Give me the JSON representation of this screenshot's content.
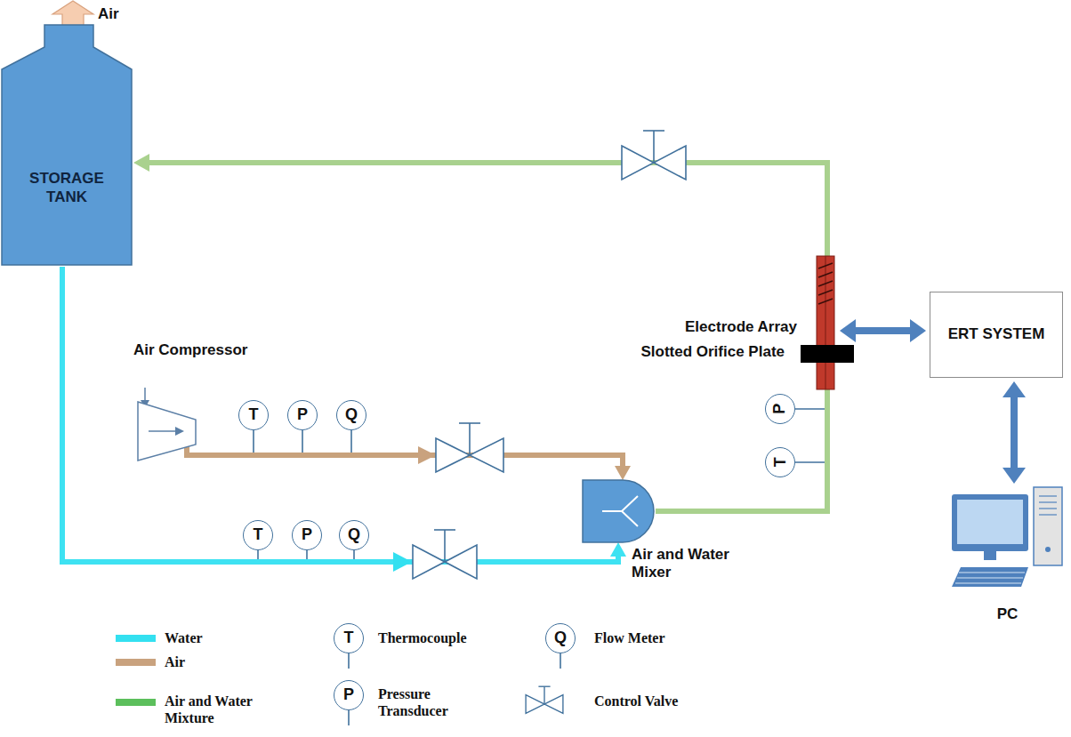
{
  "diagram": {
    "nodes": [
      {
        "text": [
          "STORAGE TANK"
        ]
      },
      {
        "text": [
          "Air Compressor"
        ]
      },
      {
        "text": [
          "T"
        ]
      },
      {
        "text": [
          "P"
        ]
      },
      {
        "text": [
          "Q"
        ]
      },
      {
        "text": [
          "T"
        ]
      },
      {
        "text": [
          "P"
        ]
      },
      {
        "text": [
          "Q"
        ]
      },
      {
        "text": [
          "Air and Water Mixer"
        ]
      },
      {
        "text": [
          "P"
        ]
      },
      {
        "text": [
          "T"
        ]
      },
      {
        "text": [
          "Electrode Array"
        ]
      },
      {
        "text": [
          "Slotted Orifice Plate"
        ]
      },
      {
        "text": [
          "ERT SYSTEM"
        ]
      },
      {
        "text": [
          "PC"
        ]
      }
    ],
    "edges": [
      {
        "from": 0,
        "to": 8,
        "arrow": "to"
      },
      {
        "from": 1,
        "to": 8,
        "arrow": "to"
      },
      {
        "from": 8,
        "to": 0,
        "arrow": "to"
      },
      {
        "from": 13,
        "to": 11,
        "arrow": "both"
      },
      {
        "from": 13,
        "to": 14,
        "arrow": "both"
      }
    ],
    "labels": [
      "Air",
      "T",
      "P",
      "Q"
    ],
    "legend": [
      {
        "text": "Water",
        "color": "#33e0f0"
      },
      {
        "text": "Air",
        "color": "#c9a27e"
      },
      {
        "text": "Air and Water Mixture",
        "color": "#5cbf5c"
      },
      {
        "text": "Thermocouple"
      },
      {
        "text": "Pressure Transducer"
      },
      {
        "text": "Flow Meter"
      },
      {
        "text": "Control Valve"
      }
    ]
  }
}
